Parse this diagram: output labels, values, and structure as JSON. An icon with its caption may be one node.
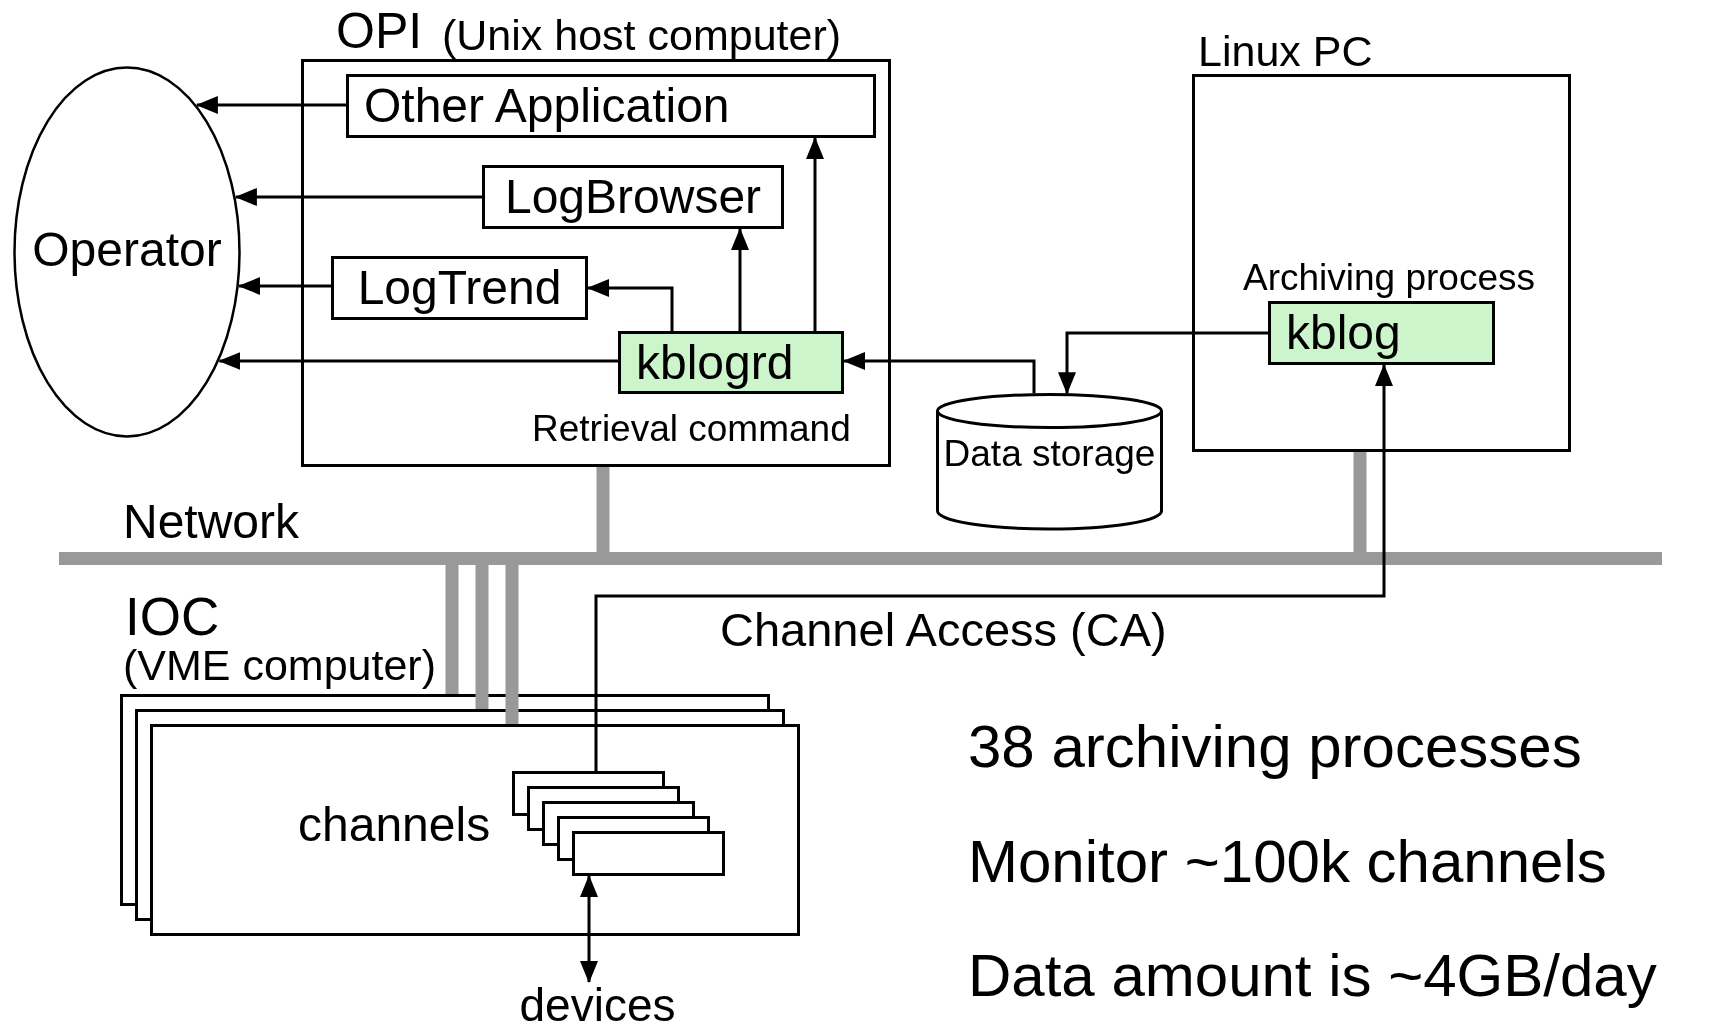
{
  "diagram": {
    "nodes": [
      {
        "text": [
          "OPI",
          "(Unix host computer)"
        ]
      },
      {
        "text": [
          "Other Application"
        ],
        "in": 0
      },
      {
        "text": [
          "LogBrowser"
        ],
        "in": 0
      },
      {
        "text": [
          "LogTrend"
        ],
        "in": 0
      },
      {
        "text": [
          "kblogrd"
        ],
        "in": 0,
        "beside": [
          "Retrieval command"
        ]
      },
      {
        "text": [
          "Operator"
        ]
      },
      {
        "text": [
          "Linux PC"
        ]
      },
      {
        "text": [
          "kblog"
        ],
        "in": 6,
        "beside": [
          "Archiving process"
        ]
      },
      {
        "text": [
          "Data storage"
        ]
      },
      {
        "text": [
          "Network"
        ]
      },
      {
        "text": [
          "IOC",
          "(VME computer)"
        ]
      },
      {
        "text": [
          "channels"
        ],
        "in": 10
      },
      {
        "text": [
          "devices"
        ]
      }
    ],
    "edges": [
      {
        "from": 1,
        "to": 5,
        "arrow": "to"
      },
      {
        "from": 2,
        "to": 5,
        "arrow": "to"
      },
      {
        "from": 3,
        "to": 5,
        "arrow": "to"
      },
      {
        "from": 4,
        "to": 5,
        "arrow": "to"
      },
      {
        "from": 4,
        "to": 3,
        "arrow": "to"
      },
      {
        "from": 4,
        "to": 2,
        "arrow": "to"
      },
      {
        "from": 4,
        "to": 1,
        "arrow": "to"
      },
      {
        "from": 8,
        "to": 4,
        "arrow": "to"
      },
      {
        "from": 7,
        "to": 8,
        "arrow": "to"
      },
      {
        "from": 11,
        "to": 7,
        "arrow": "to",
        "label": "Channel Access (CA)"
      },
      {
        "from": 11,
        "to": 12,
        "arrow": "both"
      },
      {
        "from": 0,
        "to": 9,
        "arrow": "none",
        "style": "thick",
        "color": "#999999"
      },
      {
        "from": 6,
        "to": 9,
        "arrow": "none",
        "style": "thick",
        "color": "#999999"
      },
      {
        "from": 9,
        "to": 10,
        "arrow": "none",
        "style": "thick",
        "color": "#999999"
      },
      {
        "from": 9,
        "to": 10,
        "arrow": "none",
        "style": "thick",
        "color": "#999999"
      },
      {
        "from": 9,
        "to": 10,
        "arrow": "none",
        "style": "thick",
        "color": "#999999"
      }
    ],
    "labels": [
      "38 archiving processes",
      "Monitor ~100k channels",
      "Data amount is ~4GB/day"
    ]
  }
}
